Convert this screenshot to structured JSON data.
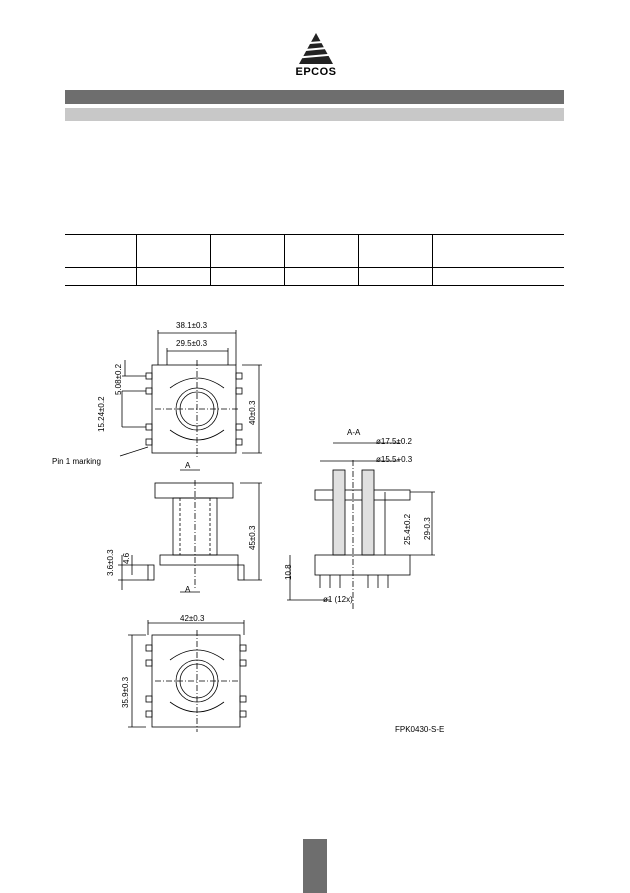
{
  "brand": {
    "name": "EPCOS"
  },
  "drawing": {
    "top_view": {
      "width_outer": "38.1±0.3",
      "width_inner": "29.5±0.3",
      "pitch": "5.08±0.2",
      "row_spacing": "15.24±0.2",
      "height": "40±0.3",
      "pin_marking": "Pin 1 marking"
    },
    "side_view": {
      "section_mark": "A",
      "height": "45±0.3",
      "dim_a": "3.6±0.3",
      "dim_b": "4.6"
    },
    "bottom_view": {
      "width": "42±0.3",
      "height": "35.9±0.3"
    },
    "section_view": {
      "title": "A-A",
      "dia_outer": "ø17.5±0.2",
      "dia_inner": "ø15.5+0.3",
      "height_a": "25.4±0.2",
      "height_b": "29-0.3",
      "pin_len": "10.8",
      "pin_dia": "ø1 (12x)"
    },
    "ref_code": "FPK0430-S-E"
  }
}
